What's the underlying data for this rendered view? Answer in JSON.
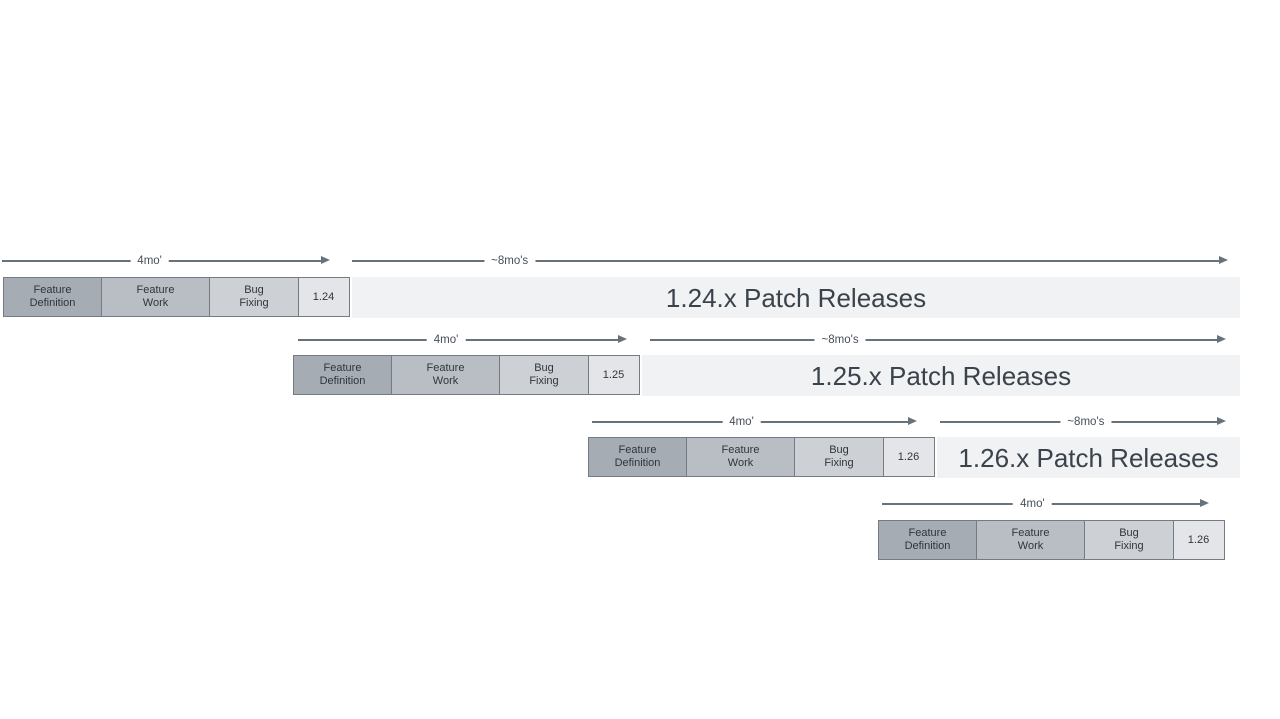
{
  "colors": {
    "phase_feature_definition": "#a6acb3",
    "phase_feature_work": "#b9bec4",
    "phase_bug_fixing": "#cdd1d5",
    "version_box": "#e3e5e8",
    "patch_bar": "#f0f2f4",
    "arrow": "#68727b",
    "text_dark": "#2e353c",
    "background": "#ffffff"
  },
  "rows": [
    {
      "dev_duration": "4mo'",
      "patch_duration": "~8mo's",
      "phases": [
        {
          "line1": "Feature",
          "line2": "Definition"
        },
        {
          "line1": "Feature",
          "line2": "Work"
        },
        {
          "line1": "Bug",
          "line2": "Fixing"
        }
      ],
      "version": "1.24",
      "patch_label": "1.24.x Patch Releases"
    },
    {
      "dev_duration": "4mo'",
      "patch_duration": "~8mo's",
      "phases": [
        {
          "line1": "Feature",
          "line2": "Definition"
        },
        {
          "line1": "Feature",
          "line2": "Work"
        },
        {
          "line1": "Bug",
          "line2": "Fixing"
        }
      ],
      "version": "1.25",
      "patch_label": "1.25.x Patch Releases"
    },
    {
      "dev_duration": "4mo'",
      "patch_duration": "~8mo's",
      "phases": [
        {
          "line1": "Feature",
          "line2": "Definition"
        },
        {
          "line1": "Feature",
          "line2": "Work"
        },
        {
          "line1": "Bug",
          "line2": "Fixing"
        }
      ],
      "version": "1.26",
      "patch_label": "1.26.x Patch Releases"
    },
    {
      "dev_duration": "4mo'",
      "phases": [
        {
          "line1": "Feature",
          "line2": "Definition"
        },
        {
          "line1": "Feature",
          "line2": "Work"
        },
        {
          "line1": "Bug",
          "line2": "Fixing"
        }
      ],
      "version": "1.26"
    }
  ]
}
